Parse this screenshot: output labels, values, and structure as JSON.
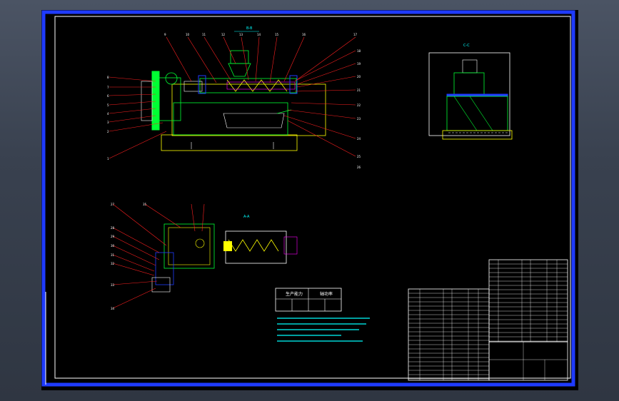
{
  "drawing": {
    "view_main_title": "B-B",
    "view_right_title": "C-C",
    "view_plan_title": "A-A",
    "tech_table": {
      "row1_left": "生产能力",
      "row1_right": "轴功率"
    },
    "callouts_top": [
      "9",
      "10",
      "11",
      "12",
      "13",
      "14",
      "15",
      "16",
      "17"
    ],
    "callouts_left": [
      "8",
      "7",
      "6",
      "5",
      "4",
      "3",
      "2",
      "1"
    ],
    "callouts_right": [
      "18",
      "19",
      "20",
      "21",
      "22",
      "23",
      "24",
      "25",
      "26"
    ],
    "callouts_plan_left": [
      "27",
      "28",
      "29",
      "30",
      "31",
      "32",
      "33",
      "34",
      "35"
    ]
  },
  "colors": {
    "sheet_bg": "#000000",
    "border_blue": "#1f3bff",
    "frame_white": "#ffffff",
    "green": "#00ff33",
    "yellow": "#ffff00",
    "cyan": "#00ffff",
    "red": "#ff2020",
    "magenta": "#ff00ff"
  }
}
